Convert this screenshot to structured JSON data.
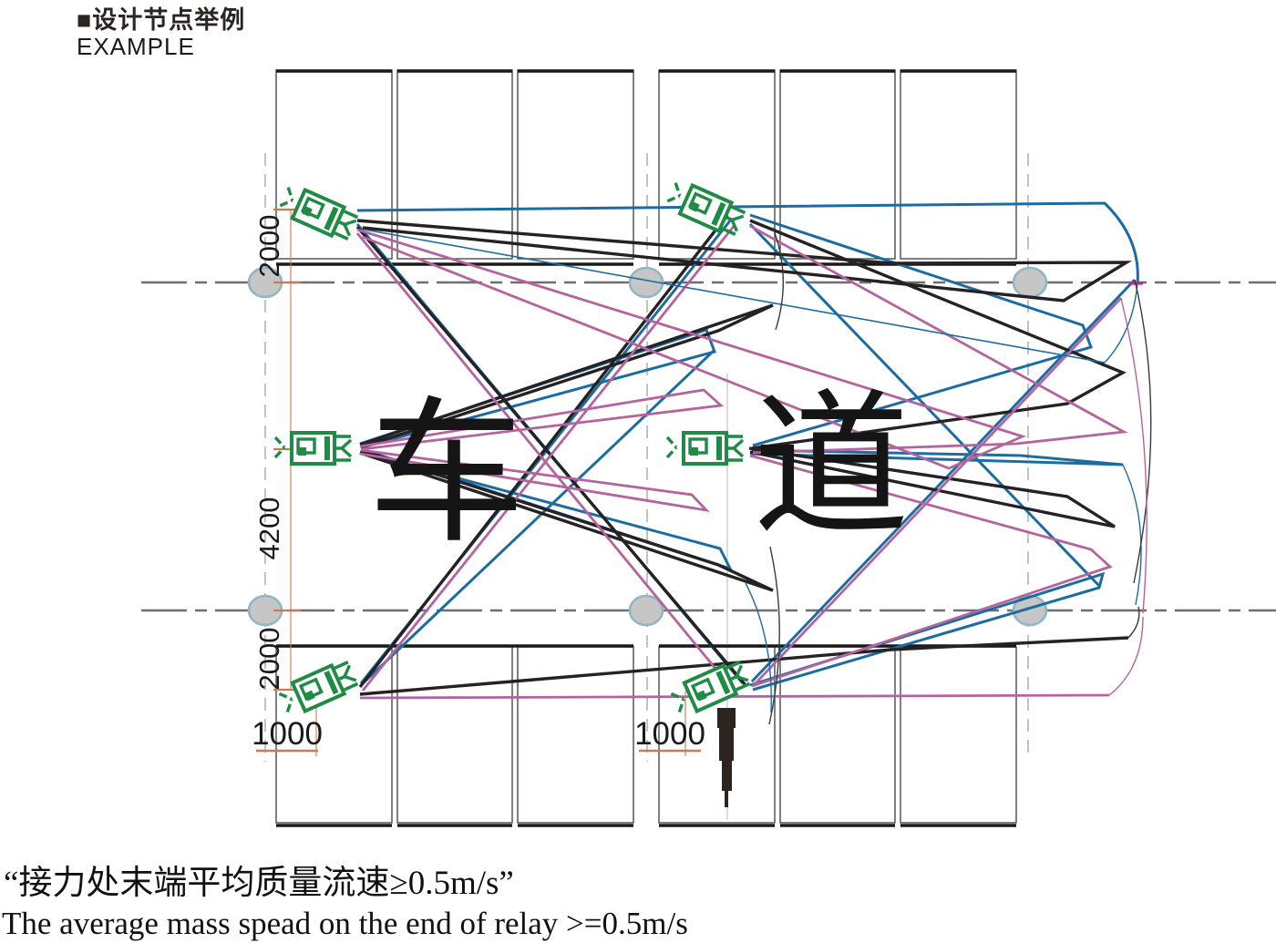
{
  "header": {
    "title_zh": "■设计节点举例",
    "title_en": "EXAMPLE"
  },
  "drawing": {
    "lane_label_left": "车",
    "lane_label_right": "道",
    "dimensions": {
      "offset_top": "2000",
      "lane_width": "4200",
      "offset_bottom": "2000",
      "setback_left": "1000",
      "setback_center": "1000"
    },
    "icons": [
      "jet-fan-icon",
      "grid-axis-bubble",
      "sprinkler-head-icon"
    ],
    "colors": {
      "fan_green": "#1f8b44",
      "throw_blue": "#1d6ca1",
      "throw_magenta": "#b5639f",
      "throw_black": "#262122",
      "centerline_gray": "#6e6e6e",
      "axis_bubble_fill": "#c6c6c6",
      "axis_bubble_stroke": "#8fb6c4",
      "dimension_orange": "#cc7a55"
    }
  },
  "footer": {
    "caption_zh": "“接力处末端平均质量流速≥0.5m/s”",
    "caption_en": "The average mass spead on the end of relay >=0.5m/s"
  }
}
